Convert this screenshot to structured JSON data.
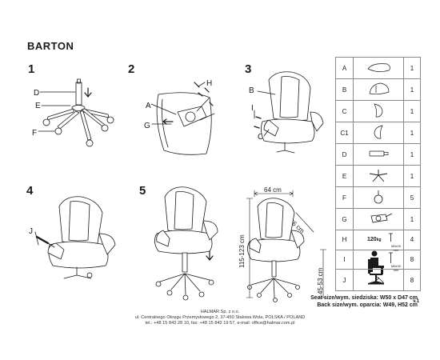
{
  "title": "BARTON",
  "steps": [
    "1",
    "2",
    "3",
    "4",
    "5"
  ],
  "step1_labels": {
    "D": "D",
    "E": "E",
    "F": "F"
  },
  "step2_labels": {
    "H": "H",
    "A": "A",
    "G": "G"
  },
  "step3_labels": {
    "B": "B",
    "I": "I",
    "C": "C"
  },
  "step4_labels": {
    "J": "J"
  },
  "dimensions": {
    "width": "64 cm",
    "depth": "66 cm",
    "height": "115-123 cm",
    "seat_height": "45-53 cm"
  },
  "parts": [
    {
      "letter": "A",
      "qty": "1",
      "icon": "seat-icon",
      "note": ""
    },
    {
      "letter": "B",
      "qty": "1",
      "icon": "backrest-icon",
      "note": ""
    },
    {
      "letter": "C",
      "qty": "1",
      "icon": "armrest-icon",
      "note": ""
    },
    {
      "letter": "C1",
      "qty": "1",
      "icon": "armrest-icon",
      "note": ""
    },
    {
      "letter": "D",
      "qty": "1",
      "icon": "gas-lift-icon",
      "note": ""
    },
    {
      "letter": "E",
      "qty": "1",
      "icon": "base-icon",
      "note": ""
    },
    {
      "letter": "F",
      "qty": "5",
      "icon": "caster-icon",
      "note": ""
    },
    {
      "letter": "G",
      "qty": "1",
      "icon": "mechanism-icon",
      "note": ""
    },
    {
      "letter": "H",
      "qty": "4",
      "icon": "bolt-icon",
      "note": "M6x20 mm"
    },
    {
      "letter": "I",
      "qty": "8",
      "icon": "bolt-icon",
      "note": "M6x30 mm"
    },
    {
      "letter": "J",
      "qty": "8",
      "icon": "screwdriver-icon",
      "note": ""
    }
  ],
  "capacity": "120",
  "capacity_unit": "kg",
  "seat_size": "Seat size/wym. siedziska: W50 x D47 cm",
  "back_size": "Back size/wym. oparcia: W49, H52 cm",
  "version": "v.1",
  "footer": {
    "company": "HALMAR Sp. z o.o.",
    "address": "ul. Centralnego Okręgu Przemysłowego 2, 37-450 Stalowa Wola, POLSKA / POLAND",
    "contact": "tel.: +48 15 843 28 10, fax: +48 15 842 19 57, e-mail: office@halmar.com.pl"
  },
  "colors": {
    "line": "#1a1a1a",
    "border": "#8a8a8a"
  }
}
